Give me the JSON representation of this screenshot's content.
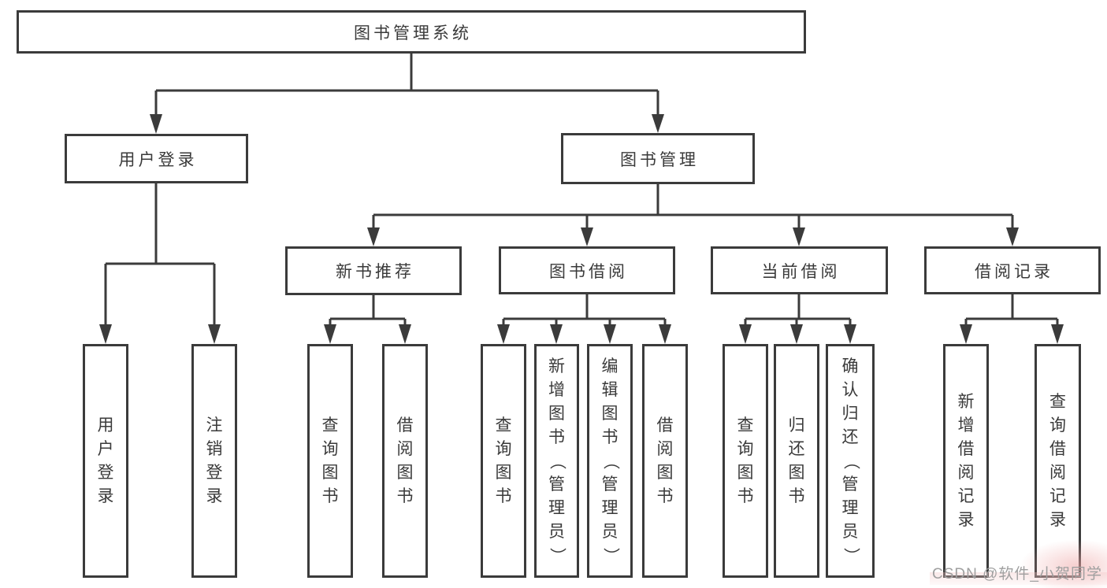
{
  "tree": {
    "root": {
      "label": "图书管理系统"
    },
    "branches": [
      {
        "label": "用户登录",
        "children": [
          {
            "label": "用户登录"
          },
          {
            "label": "注销登录"
          }
        ]
      },
      {
        "label": "图书管理",
        "children": [
          {
            "label": "新书推荐",
            "children": [
              {
                "label": "查询图书"
              },
              {
                "label": "借阅图书"
              }
            ]
          },
          {
            "label": "图书借阅",
            "children": [
              {
                "label": "查询图书"
              },
              {
                "label": "新增图书（管理员）"
              },
              {
                "label": "编辑图书（管理员）"
              },
              {
                "label": "借阅图书"
              }
            ]
          },
          {
            "label": "当前借阅",
            "children": [
              {
                "label": "查询图书"
              },
              {
                "label": "归还图书"
              },
              {
                "label": "确认归还（管理员）"
              }
            ]
          },
          {
            "label": "借阅记录",
            "children": [
              {
                "label": "新增借阅记录"
              },
              {
                "label": "查询借阅记录"
              }
            ]
          }
        ]
      }
    ]
  },
  "watermark": {
    "text": "CSDN @软件_小贺同学"
  },
  "colors": {
    "line": "#3b3b3b",
    "text": "#3a3a3a",
    "background": "#ffffff",
    "watermark_text": "#9f9f9f"
  }
}
